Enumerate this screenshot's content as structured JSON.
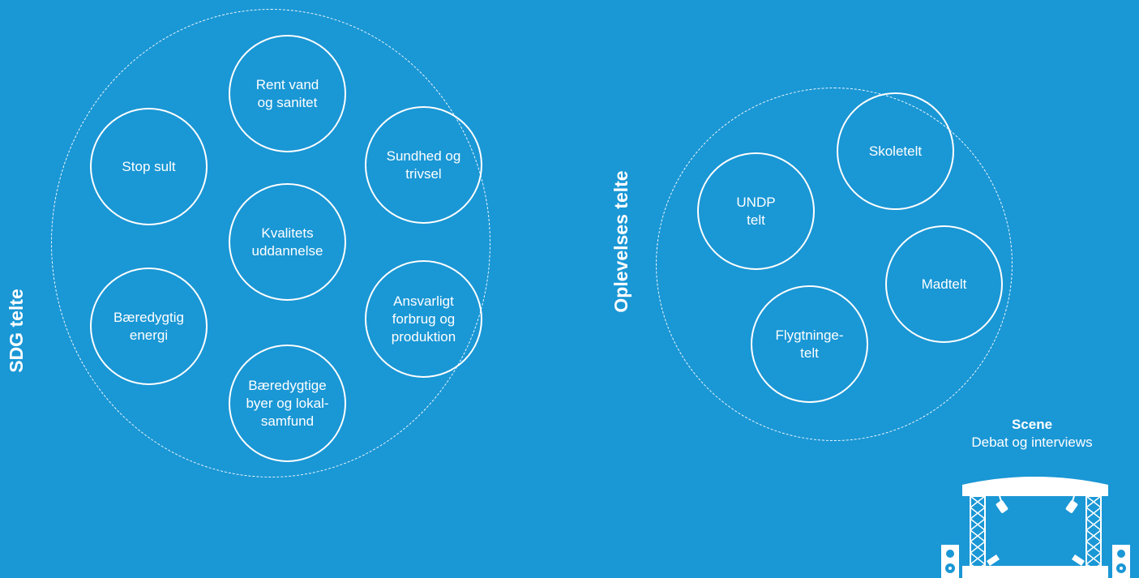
{
  "colors": {
    "background": "#1a97d5",
    "foreground": "#ffffff"
  },
  "sdg_zone": {
    "label": "SDG telte",
    "tents": [
      "Rent vand\nog sanitet",
      "Stop sult",
      "Sundhed og\ntrivsel",
      "Kvalitets\nuddannelse",
      "Bæredygtig\nenergi",
      "Ansvarligt\nforbrug og\nproduktion",
      "Bæredygtige\nbyer og lokal-\nsamfund"
    ]
  },
  "experience_zone": {
    "label": "Oplevelses telte",
    "tents": [
      "Skoletelt",
      "UNDP\ntelt",
      "Madtelt",
      "Flygtninge-\ntelt"
    ]
  },
  "scene": {
    "title": "Scene",
    "subtitle": "Debat og interviews",
    "icon": "stage-icon"
  }
}
